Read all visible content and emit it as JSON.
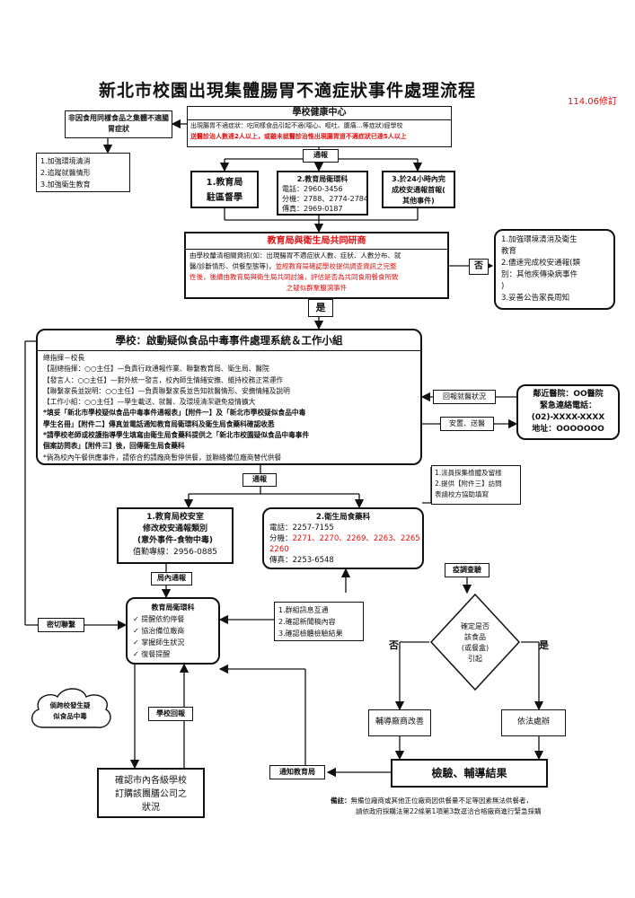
{
  "title": "新北市校園出現集體腸胃不適症狀事件處理流程",
  "revision": "114.06修訂",
  "non_school": "非因食用同樣食品之集體不適腸胃症狀",
  "left_actions": [
    "1.加強環境清消",
    "2.追蹤就醫情形",
    "3.加強衛生教育"
  ],
  "health_center": {
    "title": "學校健康中心",
    "desc": "出現腸胃不適症狀：吃同樣食品引起不適(噁心、嘔吐、腹痛…等症狀)經學校",
    "red": "送醫診治人數達2人以上，或雖未就醫診治惟出現腸胃道不適症狀已達5人以上"
  },
  "notify": "通報",
  "bureau_supervise": {
    "l1": "1.教育局",
    "l2": "駐區督學"
  },
  "bureau_health": {
    "title": "2.教育局衛環科",
    "phone": "電話：2960-3456",
    "ext": "分機：2788、2774-2784",
    "fax": "傳真：2969-0187"
  },
  "report24": {
    "l1": "3.於24小時內完",
    "l2": "成校安通報首報(",
    "l3": "其他事件)"
  },
  "joint": {
    "title": "教育局與衛生局共同研商",
    "t1": "由學校釐清相關資訊(如：出現腸胃不適症狀人數、症狀、人數分布、就",
    "t2a": "醫/診斷情形、供餐型態等)，",
    "t2b": "並經教育局確認學校提供調查資訊之完整",
    "t3": "性後，後續由教育局與衛生局共同討論，評估是否為共同食用餐食所致",
    "t4": "之疑似群聚腹瀉事件"
  },
  "no_label": "否",
  "yes_label": "是",
  "right_actions": [
    "1.加強環境清消及衛生",
    "教育",
    "2.儘速完成校安通報(類",
    "別：其他疾傳染病事件",
    ")",
    "3.妥善公告家長周知"
  ],
  "school_system": {
    "title": "學校：啟動疑似食品中毒事件處理系統＆工作小組",
    "lines": [
      "總指揮－校長",
      "【副總指揮：○○主任】—負責行政通報作業、聯繫教育局、衛生局、醫院",
      "【發言人：○○主任】—對外統一發言，校內師生情緒安撫、維持校務正常運作",
      "【聯繫家長並說明：○○主任】—負責聯繫家長並告知就醫情形、安撫情緒及說明",
      "【工作小組：○○主任】—學生載送、就醫、及環境清潔避免疫情擴大",
      "*填妥「新北市學校疑似食品中毒事件通報表」【附件一】及「新北市學校疑似食品中毒",
      "  學生名冊」【附件二】傳真並電話通知教育局衛環科及衛生局食藥科確認收悉",
      "*請學校老師或校護指導學生填寫由衛生局食藥科提供之「新北市校園疑似食品中毒事件",
      "  個案訪問表」【附件三】後，回傳衛生局食藥科",
      "*倘為校內午餐供應事件，請依合約請廠商暫停供餐，並聯絡備位廠商替代供餐"
    ]
  },
  "hospital_status": "回報就醫狀況",
  "placement": "安置、送醫",
  "hospital": {
    "l1": "鄰近醫院：OO醫院",
    "l2": "緊急連絡電話：",
    "l3": "(02)-XXXX-XXXX",
    "l4": "地址：OOOOOOO"
  },
  "collect": [
    "1.派員採集檢體及留樣",
    "2.提供【附件三】訪問",
    "  表請校方協助填寫"
  ],
  "safety": {
    "l1": "1.教育局校安室",
    "l2": "修改校安通報類別",
    "l3": "(意外事件-食物中毒)",
    "l4": "值勤專線：2956-0885"
  },
  "food_dept": {
    "title": "2.衛生局食藥科",
    "phone": "電話：2257-7155",
    "ext_prefix": "分機：",
    "ext_red": "2271、2270、2269、2263、2265",
    "ext_red2": "2260",
    "fax": "傳真：2253-6548"
  },
  "internal_notify": "局內通報",
  "bureau_env": {
    "title": "教育局衛環科",
    "items": [
      "提醒依約停餐",
      "協治備位廠商",
      "掌握師生狀況",
      "復餐提醒"
    ]
  },
  "coordinate": [
    "1.群組訊息互通",
    "2.確認新聞稿內容",
    "3.確認檢體檢驗結果"
  ],
  "inspection": "疫調查驗",
  "diamond": [
    "確定是否",
    "該食品",
    "(或餐盒)",
    "引起"
  ],
  "close_contact": "密切聯繫",
  "cloud": [
    "倘跨校發生疑",
    "似食品中毒"
  ],
  "school_report": "學校回報",
  "confirm": [
    "確認市內各級學校",
    "訂購該團膳公司之",
    "狀況"
  ],
  "notify_bureau": "通知教育局",
  "guide_vendor": "輔導廠商改善",
  "by_law": "依法處辦",
  "result": "檢驗、輔導結果",
  "note": {
    "label": "備註：",
    "l1": "無備位廠商或其他正位廠商因供餐量不足等因素無法供餐者，",
    "l2": "請依政府採購法第22條第1項第3款逕洽合格廠商進行緊急採購"
  }
}
